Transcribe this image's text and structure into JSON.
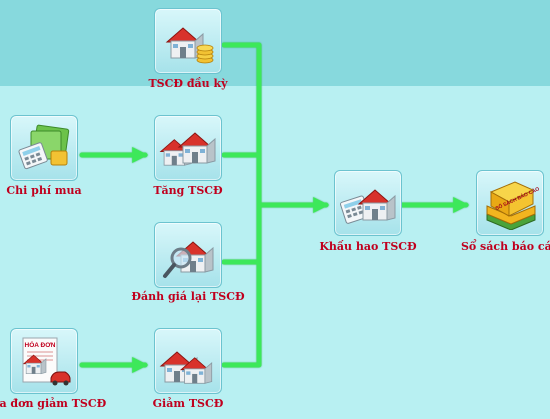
{
  "nodes": {
    "opening": {
      "label": "TSCĐ đầu kỳ",
      "icon": "house-with-coins-icon"
    },
    "purchase": {
      "label": "Chi phí mua",
      "icon": "money-folder-calculator-icon"
    },
    "increase": {
      "label": "Tăng TSCĐ",
      "icon": "houses-icon"
    },
    "revaluation": {
      "label": "Đánh giá lại TSCĐ",
      "icon": "house-magnifier-icon"
    },
    "disposal_invoice": {
      "label": "Hóa đơn giảm TSCĐ",
      "icon": "invoice-house-car-icon",
      "doc_text": "HÓA ĐƠN"
    },
    "decrease": {
      "label": "Giảm TSCĐ",
      "icon": "houses-icon"
    },
    "depreciation": {
      "label": "Khấu hao TSCĐ",
      "icon": "house-calculator-icon"
    },
    "report": {
      "label": "Sổ sách báo cáo",
      "icon": "report-books-icon",
      "book_text": "SỔ SÁCH BÁO CÁO"
    }
  },
  "colors": {
    "label": "#c0001e",
    "arrow": "#3ee85a",
    "background": "#b8f0f2",
    "top_band": "#87d9dd"
  }
}
